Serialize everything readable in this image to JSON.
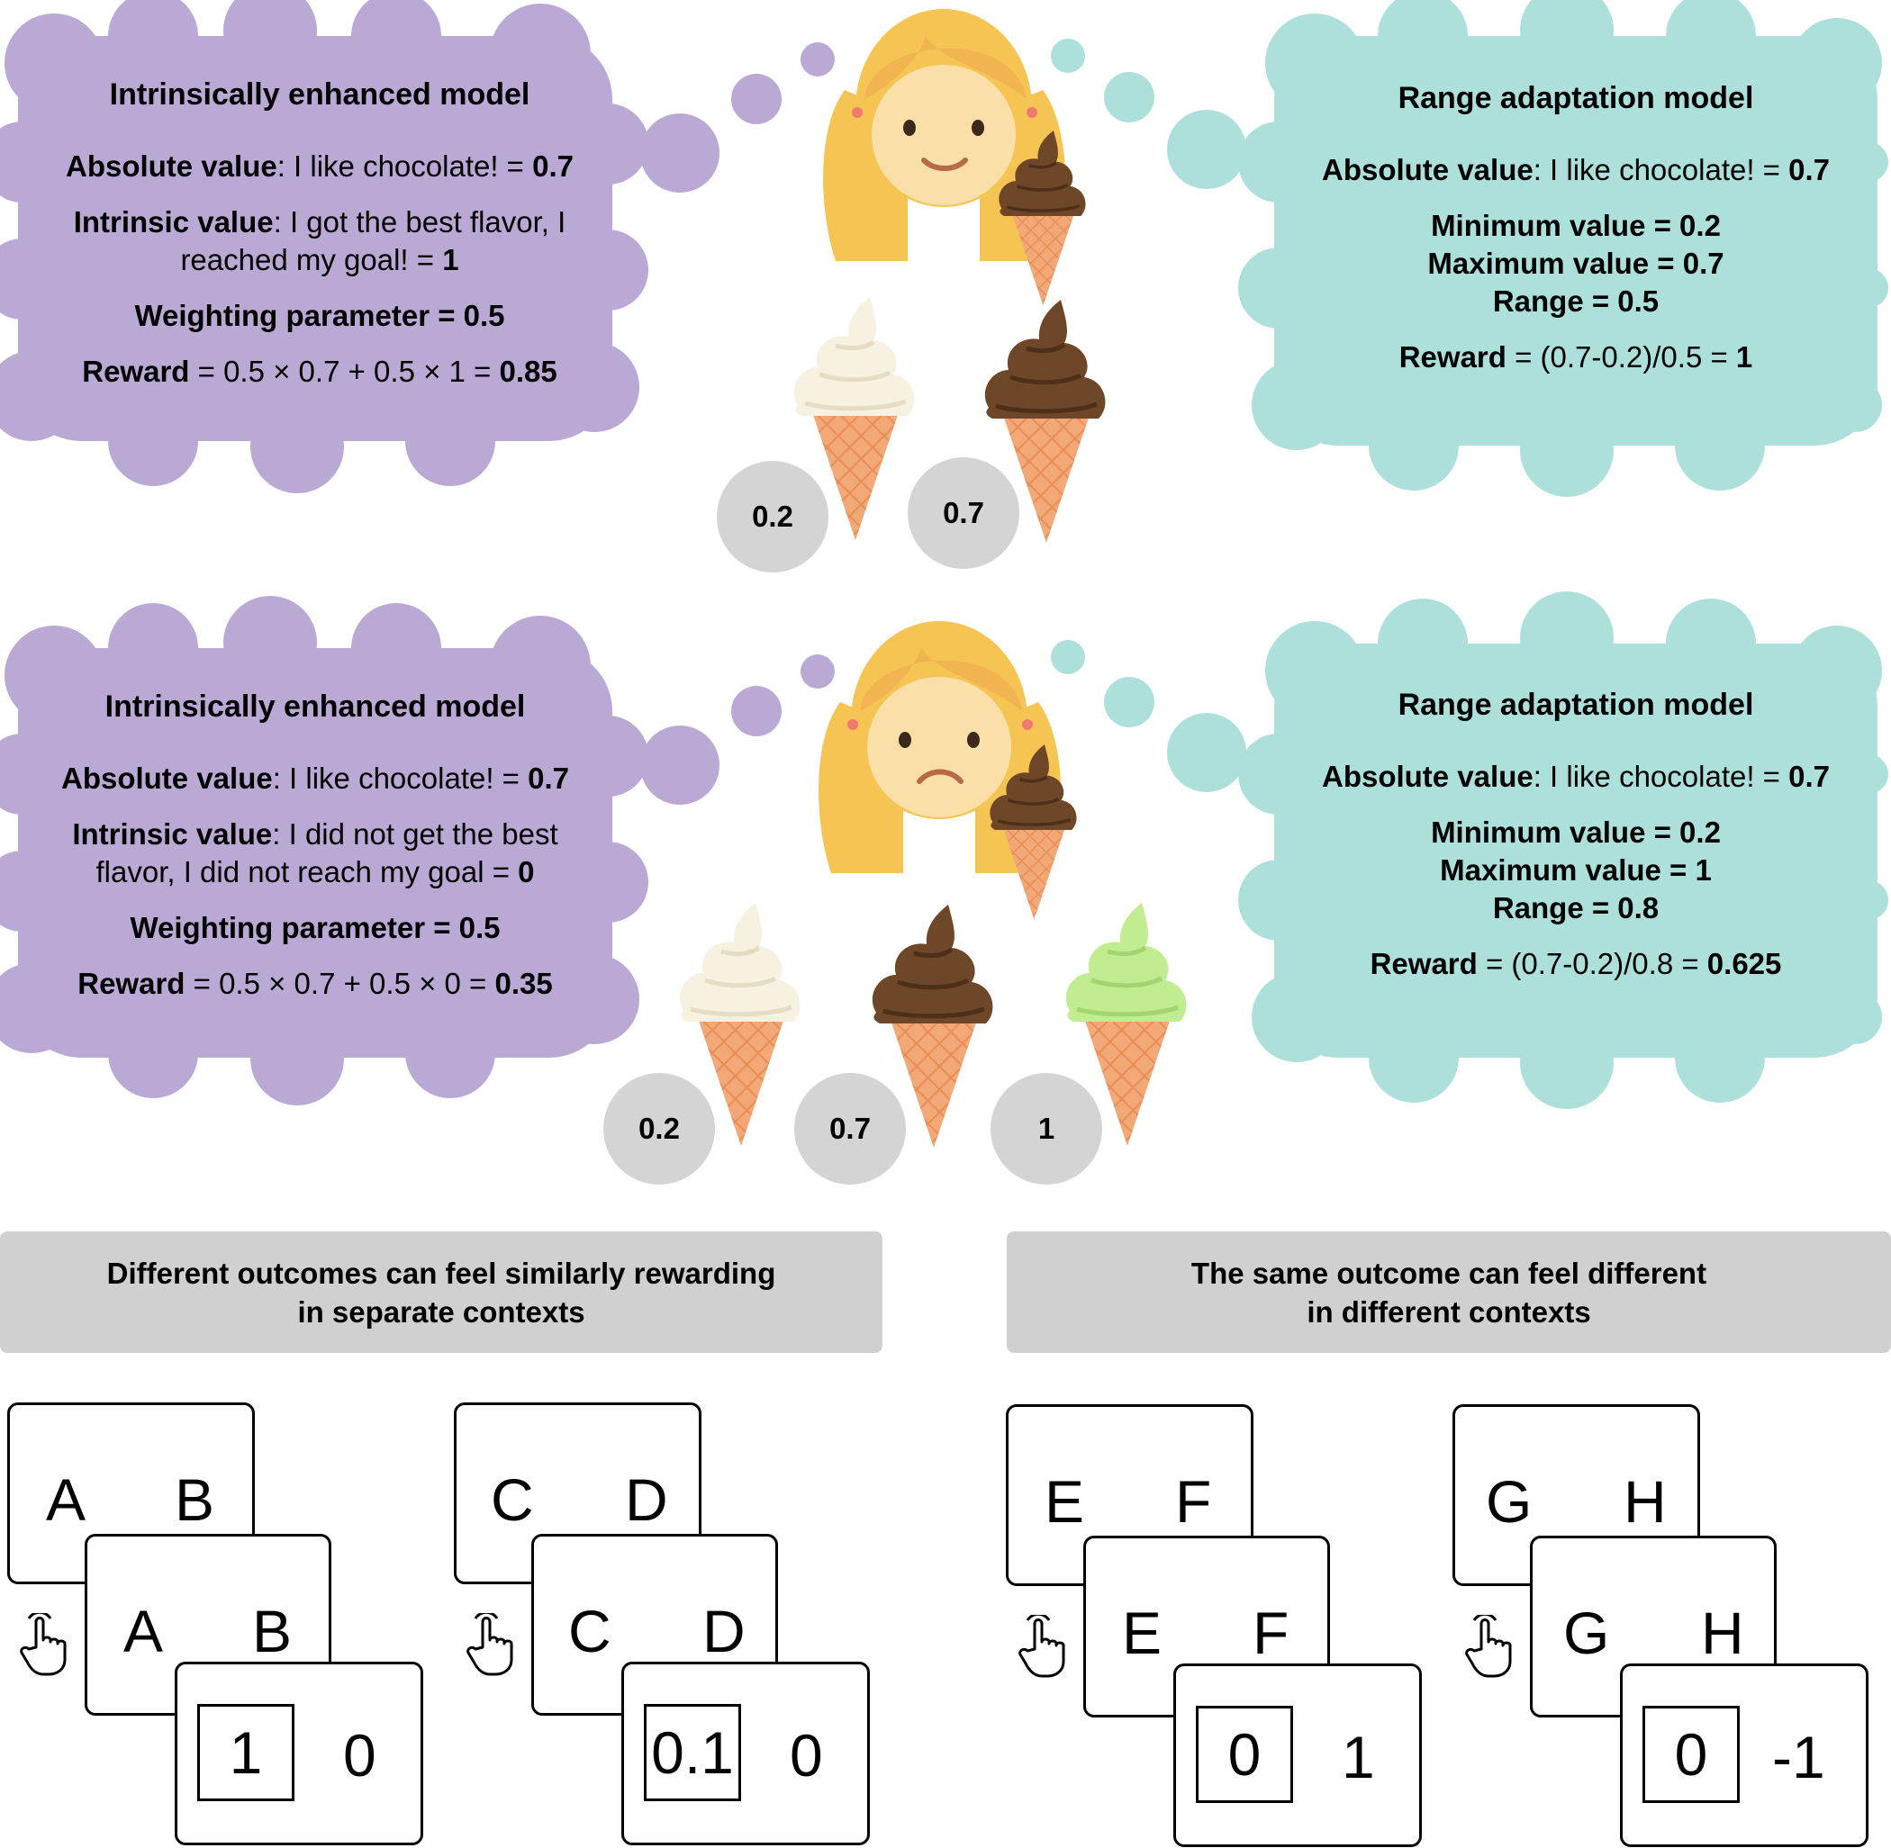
{
  "top_scene": {
    "left": {
      "title": "Intrinsically enhanced model",
      "abs_label": "Absolute value",
      "abs_text": ": I like chocolate! = ",
      "abs_val": "0.7",
      "intr_label": "Intrinsic value",
      "intr_text1": ": I got the best flavor, I",
      "intr_text2": "reached my goal! = ",
      "intr_val": "1",
      "weight": "Weighting parameter = 0.5",
      "reward_label": "Reward",
      "reward_text": " = 0.5 × 0.7 + 0.5 × 1 = ",
      "reward_val": "0.85"
    },
    "right": {
      "title": "Range adaptation model",
      "abs_label": "Absolute value",
      "abs_text": ": I like chocolate! = ",
      "abs_val": "0.7",
      "min": "Minimum value = 0.2",
      "max": "Maximum value = 0.7",
      "range": "Range = 0.5",
      "reward_label": "Reward",
      "reward_text": " = (0.7-0.2)/0.5 = ",
      "reward_val": "1"
    },
    "option_values": [
      "0.2",
      "0.7"
    ]
  },
  "bottom_scene": {
    "left": {
      "title": "Intrinsically enhanced model",
      "abs_label": "Absolute value",
      "abs_text": ": I like chocolate! = ",
      "abs_val": "0.7",
      "intr_label": "Intrinsic value",
      "intr_text1": ": I did not get the best",
      "intr_text2": "flavor, I did not reach my goal = ",
      "intr_val": "0",
      "weight": "Weighting parameter = 0.5",
      "reward_label": "Reward",
      "reward_text": " = 0.5 × 0.7 + 0.5 × 0 = ",
      "reward_val": "0.35"
    },
    "right": {
      "title": "Range adaptation model",
      "abs_label": "Absolute value",
      "abs_text": ": I like chocolate! = ",
      "abs_val": "0.7",
      "min": "Minimum value = 0.2",
      "max": "Maximum value = 1",
      "range": "Range = 0.8",
      "reward_label": "Reward",
      "reward_text": " = (0.7-0.2)/0.8 = ",
      "reward_val": "0.625"
    },
    "option_values": [
      "0.2",
      "0.7",
      "1"
    ]
  },
  "banners": {
    "left_line1": "Different outcomes can feel similarly rewarding",
    "left_line2": "in separate contexts",
    "right_line1": "The same outcome can feel different",
    "right_line2": "in different contexts"
  },
  "tasks": [
    {
      "left": "A",
      "right": "B",
      "out_chosen": "1",
      "out_other": "0"
    },
    {
      "left": "C",
      "right": "D",
      "out_chosen": "0.1",
      "out_other": "0"
    },
    {
      "left": "E",
      "right": "F",
      "out_chosen": "0",
      "out_other": "1"
    },
    {
      "left": "G",
      "right": "H",
      "out_chosen": "0",
      "out_other": "-1"
    }
  ],
  "colors": {
    "purple_cloud": "#bba9d5",
    "teal_cloud": "#addfdb",
    "value_badge": "#d4d4d4",
    "banner": "#d0d0d0"
  }
}
